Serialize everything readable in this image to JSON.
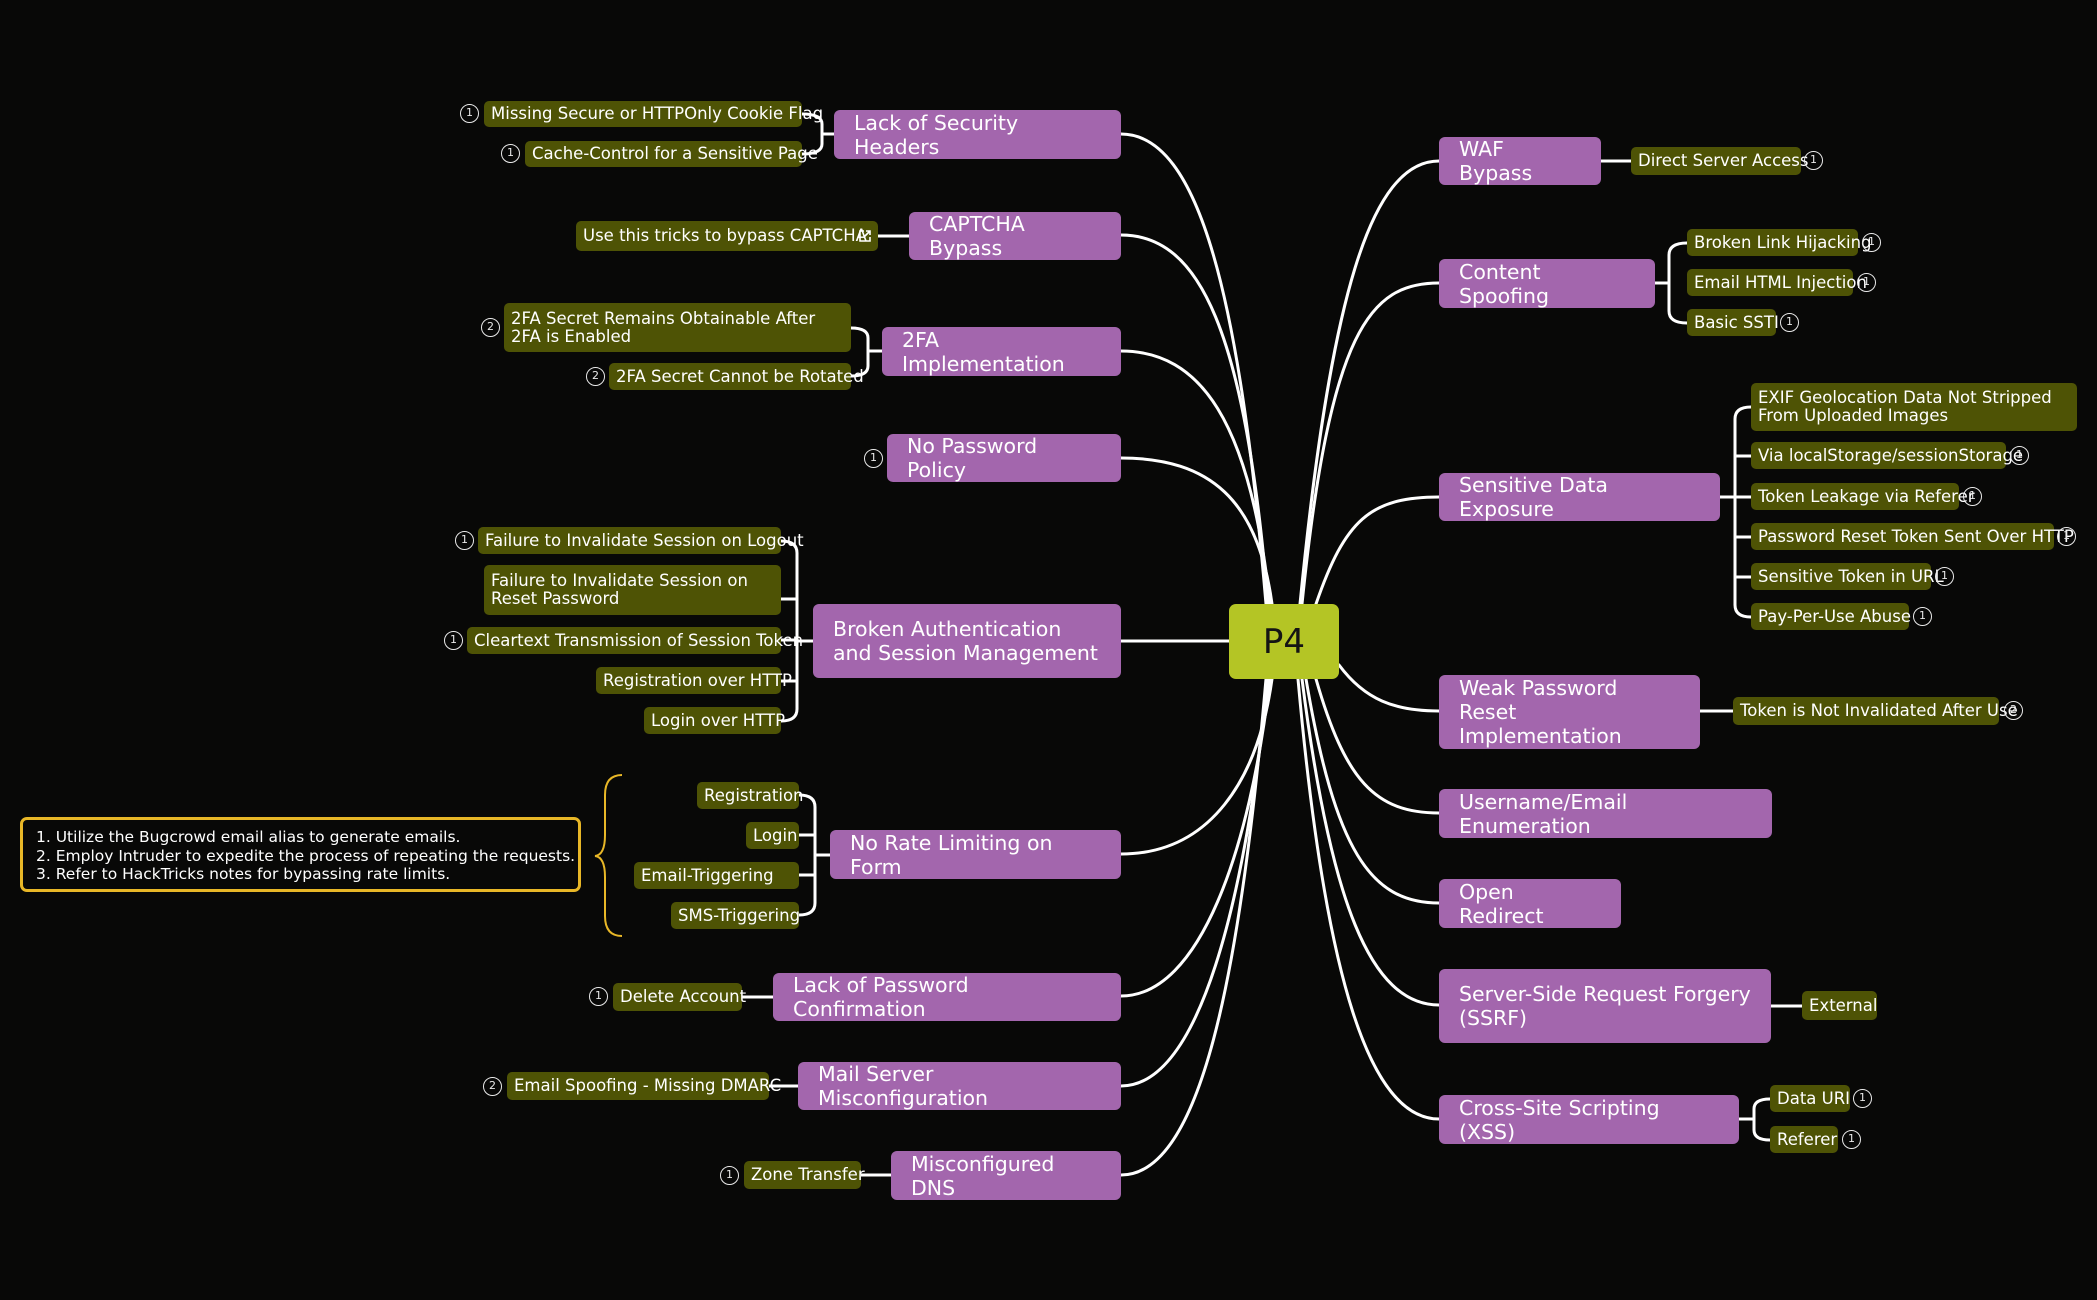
{
  "root": "P4",
  "badges": {
    "one": "1",
    "two": "2"
  },
  "colors": {
    "background": "#080807",
    "root": "#b4c525",
    "category": "#a366ad",
    "leaf": "#4e5305",
    "note_border": "#e8b727",
    "connector": "#ffffff"
  },
  "categories": {
    "security_headers": {
      "label": "Lack of Security Headers",
      "items": [
        "Missing Secure or HTTPOnly Cookie Flag",
        "Cache-Control for a Sensitive Page"
      ]
    },
    "captcha_bypass": {
      "label": "CAPTCHA Bypass",
      "items": [
        "Use this tricks to bypass CAPTCHA"
      ]
    },
    "twofa": {
      "label": "2FA Implementation",
      "items": [
        "2FA Secret Remains Obtainable After 2FA is Enabled",
        "2FA Secret Cannot be Rotated"
      ]
    },
    "password_policy": {
      "label": "No Password Policy"
    },
    "broken_auth": {
      "label": "Broken Authentication and Session Management",
      "items": [
        "Failure to Invalidate Session on Logout",
        "Failure to Invalidate Session on Reset Password",
        "Cleartext Transmission of Session Token",
        "Registration over HTTP",
        "Login over HTTP"
      ]
    },
    "rate_limiting": {
      "label": "No Rate Limiting on Form",
      "items": [
        "Registration",
        "Login",
        "Email-Triggering",
        "SMS-Triggering"
      ],
      "note": [
        "1. Utilize the Bugcrowd email alias to generate emails.",
        "2. Employ Intruder to expedite the process of repeating the requests.",
        "3. Refer to HackTricks notes for bypassing rate limits."
      ]
    },
    "password_confirmation": {
      "label": "Lack of Password Confirmation",
      "items": [
        "Delete Account"
      ]
    },
    "mail_server": {
      "label": "Mail Server Misconfiguration",
      "items": [
        "Email Spoofing - Missing DMARC"
      ]
    },
    "dns": {
      "label": "Misconfigured DNS",
      "items": [
        "Zone Transfer"
      ]
    },
    "waf_bypass": {
      "label": "WAF Bypass",
      "items": [
        "Direct Server Access"
      ]
    },
    "content_spoofing": {
      "label": "Content Spoofing",
      "items": [
        "Broken Link Hijacking",
        "Email HTML Injection",
        "Basic SSTI"
      ]
    },
    "sensitive_data": {
      "label": "Sensitive Data Exposure",
      "items": [
        "EXIF Geolocation Data Not Stripped From Uploaded Images",
        "Via localStorage/sessionStorage",
        "Token Leakage via Referer",
        "Password Reset Token Sent Over HTTP",
        "Sensitive Token in URL",
        "Pay-Per-Use Abuse"
      ]
    },
    "weak_reset": {
      "label": "Weak Password Reset Implementation",
      "items": [
        "Token is Not Invalidated After Use"
      ]
    },
    "enumeration": {
      "label": "Username/Email Enumeration"
    },
    "open_redirect": {
      "label": "Open Redirect"
    },
    "ssrf": {
      "label": "Server-Side Request Forgery (SSRF)",
      "items": [
        "External"
      ]
    },
    "xss": {
      "label": "Cross-Site Scripting (XSS)",
      "items": [
        "Data URI",
        "Referer"
      ]
    }
  }
}
